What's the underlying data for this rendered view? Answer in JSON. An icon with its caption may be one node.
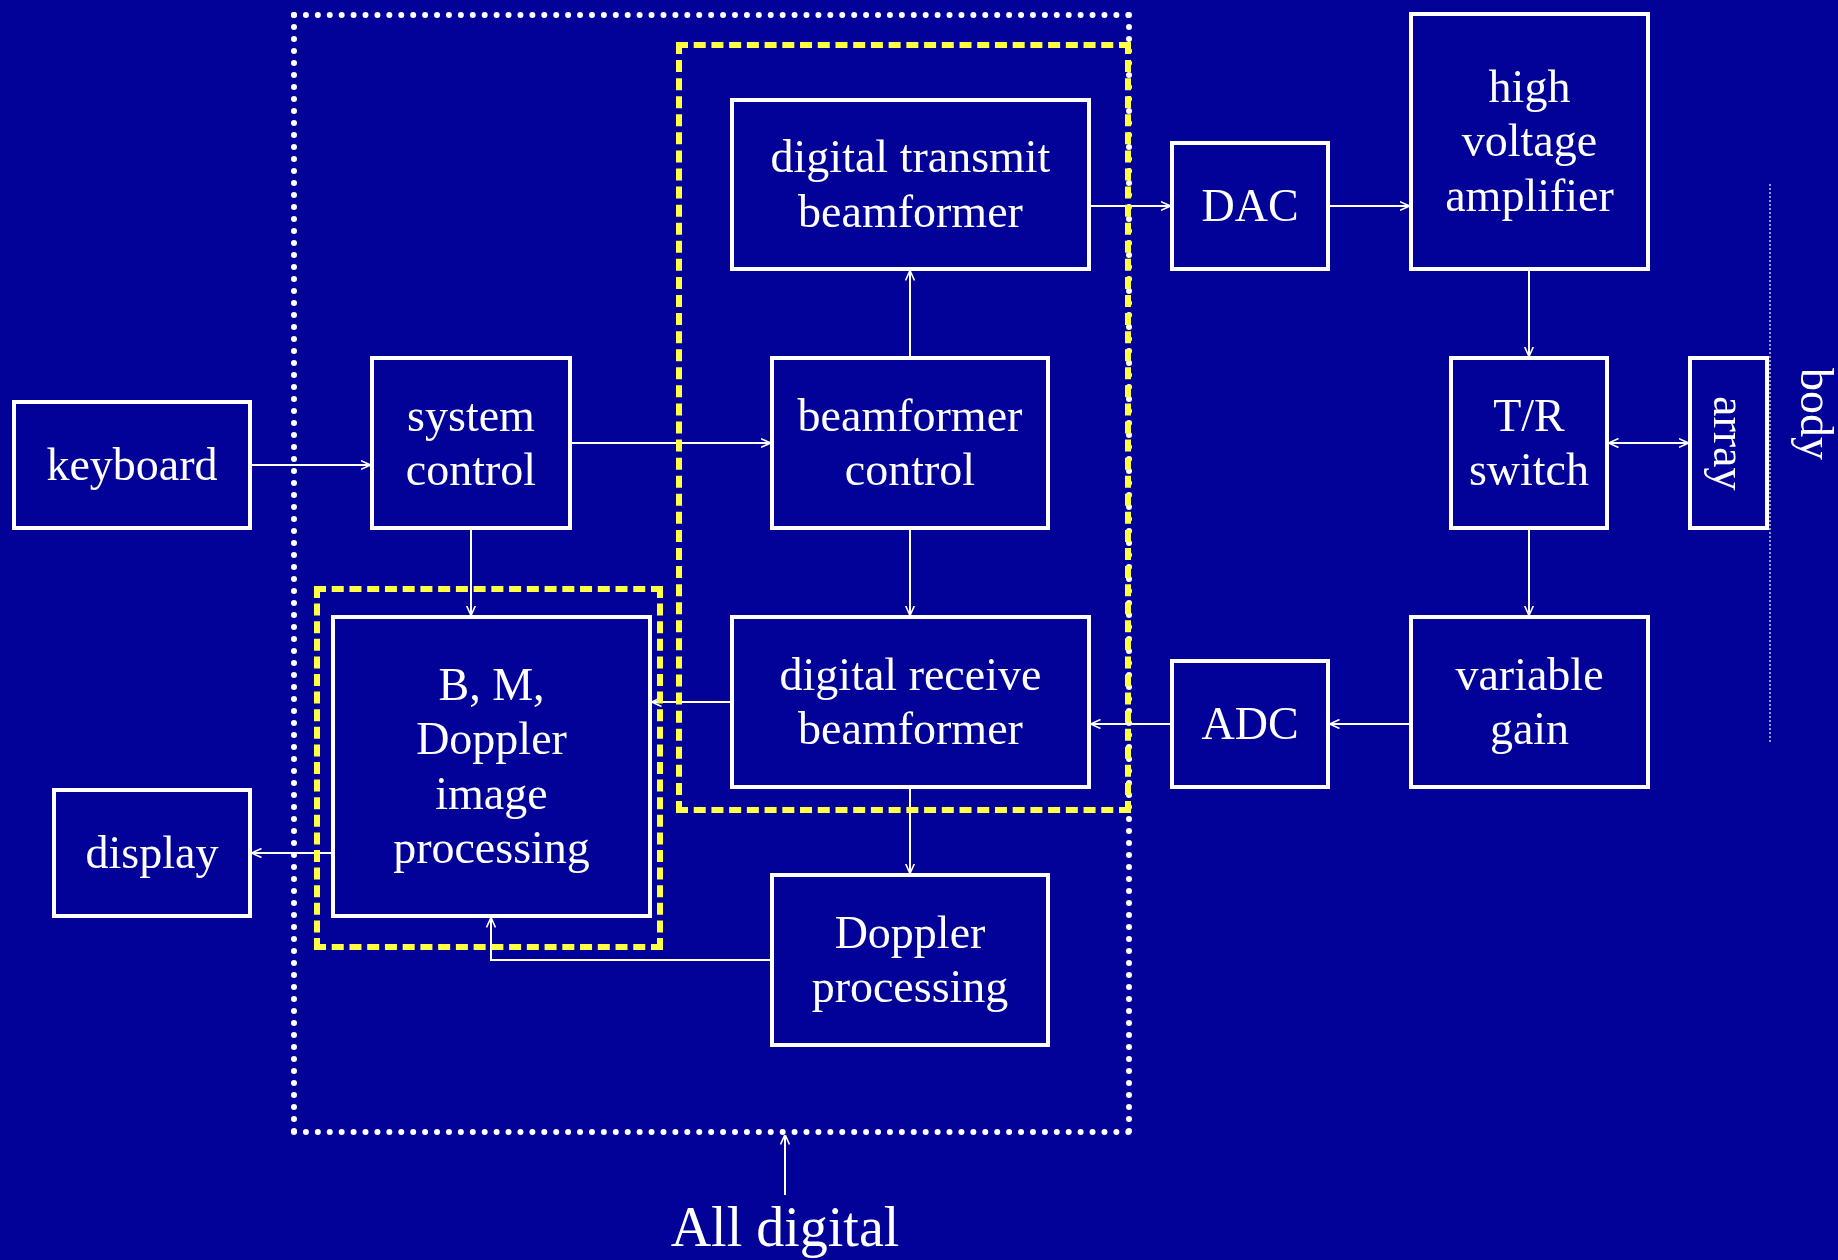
{
  "diagram": {
    "nodes": [
      {
        "text": [],
        "shape": "box"
      },
      {
        "text": [
          "keyboard"
        ]
      },
      {
        "text": [
          "system control"
        ],
        "in": 0
      },
      {
        "text": [],
        "shape": "box",
        "in": 0
      },
      {
        "text": [
          "digital transmit beamformer"
        ],
        "in": 3
      },
      {
        "text": [
          "beamformer control"
        ],
        "in": 3
      },
      {
        "text": [
          "digital receive beamformer"
        ],
        "in": 3
      },
      {
        "text": [],
        "shape": "box",
        "in": 0
      },
      {
        "text": [
          "B, M, Doppler image processing"
        ],
        "in": 7
      },
      {
        "text": [
          "display"
        ]
      },
      {
        "text": [
          "Doppler processing"
        ],
        "in": 0
      },
      {
        "text": [
          "DAC"
        ]
      },
      {
        "text": [
          "high voltage amplifier"
        ]
      },
      {
        "text": [
          "T/R switch"
        ]
      },
      {
        "text": [
          "array"
        ]
      },
      {
        "text": [
          "variable gain"
        ]
      },
      {
        "text": [
          "ADC"
        ]
      },
      {
        "text": [
          "All digital"
        ]
      }
    ],
    "edges": [
      {
        "from": 1,
        "to": 2,
        "arrow": "to"
      },
      {
        "from": 2,
        "to": 5,
        "arrow": "to"
      },
      {
        "from": 5,
        "to": 4,
        "arrow": "to"
      },
      {
        "from": 4,
        "to": 11,
        "arrow": "to"
      },
      {
        "from": 11,
        "to": 12,
        "arrow": "to"
      },
      {
        "from": 12,
        "to": 13,
        "arrow": "to"
      },
      {
        "from": 13,
        "to": 14,
        "arrow": "both"
      },
      {
        "from": 13,
        "to": 15,
        "arrow": "to"
      },
      {
        "from": 15,
        "to": 16,
        "arrow": "to"
      },
      {
        "from": 16,
        "to": 6,
        "arrow": "to"
      },
      {
        "from": 5,
        "to": 6,
        "arrow": "to"
      },
      {
        "from": 2,
        "to": 8,
        "arrow": "to"
      },
      {
        "from": 6,
        "to": 8,
        "arrow": "to"
      },
      {
        "from": 6,
        "to": 10,
        "arrow": "to"
      },
      {
        "from": 10,
        "to": 8,
        "arrow": "to"
      },
      {
        "from": 8,
        "to": 9,
        "arrow": "to"
      },
      {
        "from": 17,
        "to": 0,
        "arrow": "to"
      }
    ],
    "labels": [
      "body"
    ]
  }
}
